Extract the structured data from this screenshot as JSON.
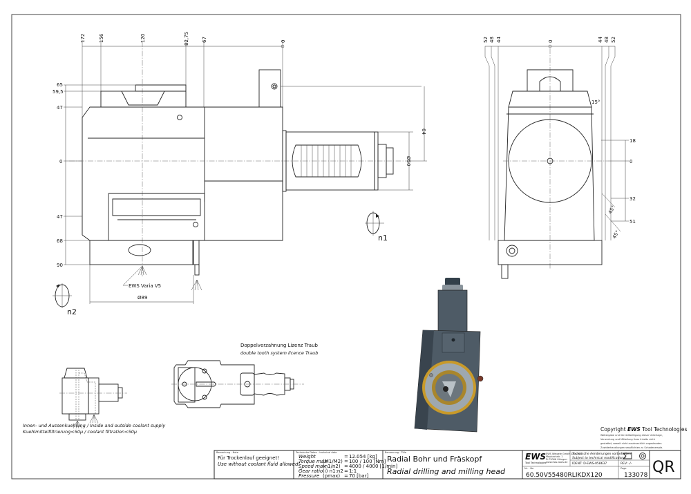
{
  "side_view": {
    "top_dims": [
      "172",
      "156",
      "120",
      "82,75",
      "67",
      "0"
    ],
    "left_dims": [
      "65",
      "59,5",
      "47",
      "0",
      "47",
      "68",
      "90"
    ],
    "right_dims": [
      "64",
      "Ø50"
    ],
    "coolant_label": "EWS Varia V5",
    "bottom_dim": "Ø89",
    "rotation_n1": "n1",
    "rotation_n2": "n2"
  },
  "front_view": {
    "top_dims": [
      "52",
      "48",
      "44",
      "0",
      "44",
      "48",
      "52"
    ],
    "right_dims": [
      "18",
      "0",
      "32",
      "51"
    ],
    "angles": [
      "15°",
      "45°",
      "45°"
    ]
  },
  "top_view": {
    "caption_de": "Doppelverzahnung Lizenz Traub",
    "caption_en": "double tooth system licence Traub"
  },
  "coolant_view": {
    "caption_line1": "Innen- und Aussenkuehlung / Inside and outside coolant supply",
    "caption_line2": "Kuehlmittelfiltrierung<50µ / coolant filtration<50µ"
  },
  "copyright": {
    "title_prefix": "Copyright ",
    "title_brand": "EWS",
    "title_suffix": " Tool Technologies",
    "lines": [
      "Weitergabe und Vervielfaeltigung dieser Unterlage,",
      "Verwertung und Mitteilung ihres Inhalts nicht",
      "gestattet, soweit nicht ausdruecklich zugestanden.",
      "Zuwiderhandlungen verpflichten zu Schadenersatz."
    ]
  },
  "title_block": {
    "note_header": "Bemerkung - Note",
    "note_de": "Für Trockenlauf geeignet!",
    "note_en": "Use without coolant fluid allowed!",
    "tech_header": "Technische Daten - technical data",
    "tech_rows": [
      {
        "label": "Weight",
        "param": "",
        "value": "12.054 [kg]"
      },
      {
        "label": "Torque max",
        "param": "(M1/M2)",
        "value": "100 / 100 [Nm]"
      },
      {
        "label": "Speed max",
        "param": "(n1/n2)",
        "value": "4000 / 4000 [1/min]"
      },
      {
        "label": "Gear ratio",
        "param": "(i) n1:n2",
        "value": "1:1"
      },
      {
        "label": "Pressure",
        "param": "(pmax)",
        "value": "70 [bar]"
      }
    ],
    "desc_header": "Benennung - Title",
    "title_de": "Radial Bohr und Fräskopf",
    "title_en": "Radial drilling and milling head",
    "logo_text": "EWS",
    "logo_sub": "Tool Technologies",
    "company_lines": [
      "EWS Weigele GmbH & Co. KG",
      "Maybachstr. 1",
      "D-73066 Uhingen",
      "www.ews-tools.de"
    ],
    "change_de": "Technische Aenderungen vorbehalten!",
    "change_en": "Subject to technical modifications!",
    "ident": "IDENT: D-EWS-058637",
    "rev": "REV: -/-",
    "part_header": "Nr. - No",
    "part_number": "60.50V55480RLIKDX120",
    "page_header": "Page",
    "drawing_number": "133078",
    "qr_label": "QR"
  },
  "colors": {
    "line": "#222222",
    "render_body": "#4e5b66",
    "render_ring": "#c89a2a"
  }
}
